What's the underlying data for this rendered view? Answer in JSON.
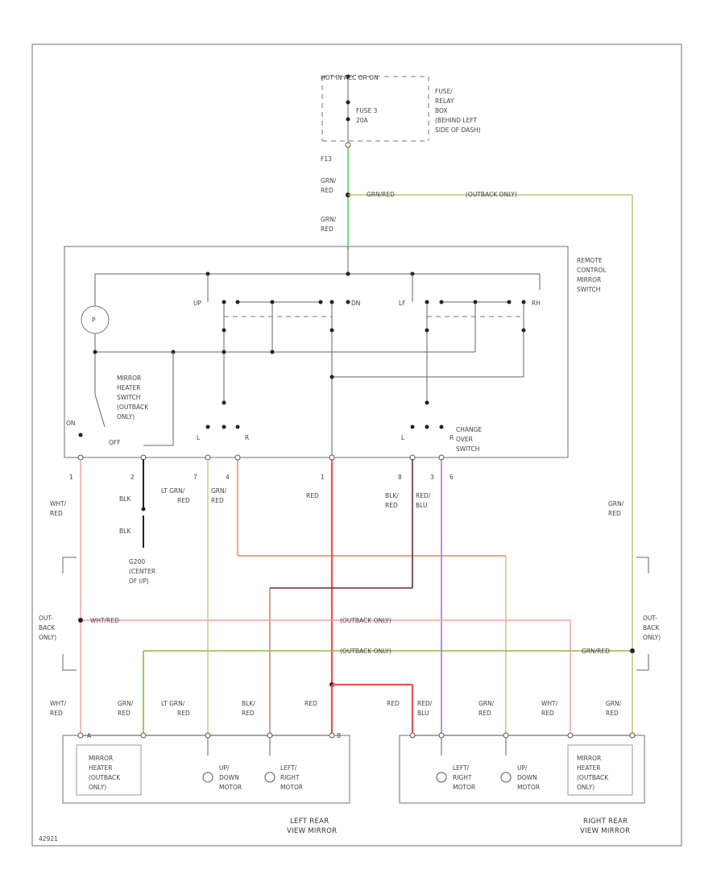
{
  "diagram": {
    "fuse_box": {
      "hot_label": "HOT IN ACC OR ON",
      "fuse_label": "FUSE 3",
      "fuse_rating": "20A",
      "box_label_1": "FUSE/",
      "box_label_2": "RELAY",
      "box_label_3": "BOX",
      "box_label_4": "(BEHIND LEFT",
      "box_label_5": "SIDE OF DASH)",
      "connector": "F13"
    },
    "wires": {
      "grn_red_1": "GRN/",
      "grn_red_2": "RED",
      "wht_red_1": "WHT/",
      "wht_red_2": "RED",
      "blk": "BLK",
      "lt_grn_1": "LT GRN/",
      "lt_grn_2": "RED",
      "red": "RED",
      "blk_red_1": "BLK/",
      "blk_red_2": "RED",
      "red_blu_1": "RED/",
      "red_blu_2": "BLU",
      "grn_red_wavy": "GRN/RED",
      "wht_red_wavy": "WHT/RED",
      "outback_only": "(OUTBACK ONLY)"
    },
    "switch": {
      "title_1": "REMOTE",
      "title_2": "CONTROL",
      "title_3": "MIRROR",
      "title_4": "SWITCH",
      "heater_1": "MIRROR",
      "heater_2": "HEATER",
      "heater_3": "SWITCH",
      "heater_4": "(OUTBACK",
      "heater_5": "ONLY)",
      "on": "ON",
      "off": "OFF",
      "up": "UP",
      "dn": "DN",
      "lf": "LF",
      "rh": "RH",
      "l": "L",
      "r": "R",
      "changeover_1": "CHANGE",
      "changeover_2": "OVER",
      "changeover_3": "SWITCH",
      "pins": [
        "1",
        "2",
        "7",
        "4",
        "1",
        "8",
        "3",
        "6"
      ]
    },
    "ground": {
      "label_1": "G200",
      "label_2": "(CENTER",
      "label_3": "OF I/P)"
    },
    "outback_splice": {
      "label_1": "OUT-",
      "label_2": "BACK",
      "label_3": "ONLY)"
    },
    "left_mirror": {
      "heater_1": "MIRROR",
      "heater_2": "HEATER",
      "heater_3": "(OUTBACK",
      "heater_4": "ONLY)",
      "motor1_1": "UP/",
      "motor1_2": "DOWN",
      "motor1_3": "MOTOR",
      "motor2_1": "LEFT/",
      "motor2_2": "RIGHT",
      "motor2_3": "MOTOR",
      "title_1": "LEFT REAR",
      "title_2": "VIEW MIRROR",
      "pin_a": "A",
      "pin_b": "B",
      "pin_a2": "A",
      "pin_b2": "B"
    },
    "right_mirror": {
      "heater_1": "MIRROR",
      "heater_2": "HEATER",
      "heater_3": "(OUTBACK",
      "heater_4": "ONLY)",
      "motor1_1": "LEFT/",
      "motor1_2": "RIGHT",
      "motor1_3": "MOTOR",
      "motor2_1": "UP/",
      "motor2_2": "DOWN",
      "motor2_3": "MOTOR",
      "title_1": "RIGHT REAR",
      "title_2": "VIEW MIRROR"
    },
    "footer_code": "42921",
    "colors": {
      "green": "#4fd84f",
      "olive": "#b8b060",
      "olive_green": "#8fb84a",
      "pink": "#f5a0a0",
      "red": "#f05050",
      "orange": "#f08050",
      "purple": "#b070d8",
      "dark_red": "#6a2a2a",
      "yellow_green": "#c8c878"
    }
  }
}
